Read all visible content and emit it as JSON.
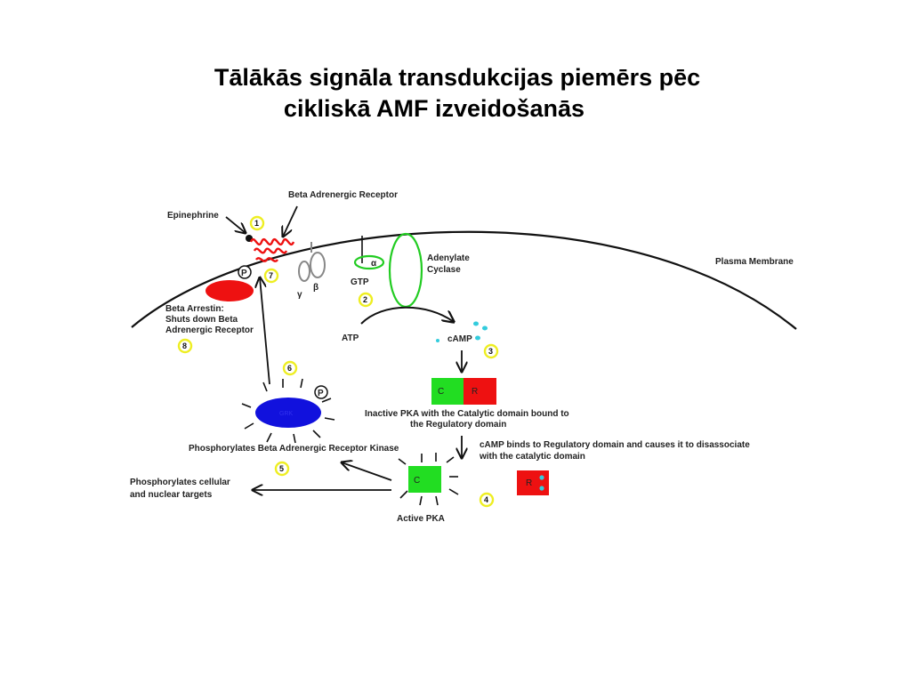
{
  "title": {
    "line1": "Tālākās signāla transdukcijas piemērs pēc",
    "line2": "cikliskā AMF izveidošanās"
  },
  "labels": {
    "beta_adrenergic_receptor": "Beta Adrenergic Receptor",
    "epinephrine": "Epinephrine",
    "adenylate": "Adenylate",
    "cyclase": "Cyclase",
    "plasma_membrane": "Plasma Membrane",
    "alpha": "α",
    "beta": "β",
    "gamma": "γ",
    "gtp": "GTP",
    "atp": "ATP",
    "camp": "cAMP",
    "p": "P",
    "beta_arrestin_1": "Beta Arrestin:",
    "beta_arrestin_2": "Shuts down Beta",
    "beta_arrestin_3": "Adrenergic Receptor",
    "inactive_pka_1": "Inactive PKA with the Catalytic domain bound to",
    "inactive_pka_2": "the Regulatory domain",
    "camp_binds_1": "cAMP binds to Regulatory domain and causes it to disassociate",
    "camp_binds_2": "with the catalytic domain",
    "phosphorylates_kinase": "Phosphorylates Beta Adrenergic Receptor Kinase",
    "phosphorylates_targets_1": "Phosphorylates cellular",
    "phosphorylates_targets_2": "and nuclear targets",
    "active_pka": "Active PKA",
    "c": "C",
    "r": "R",
    "kinase_text": "GRK"
  },
  "steps": [
    "1",
    "2",
    "3",
    "4",
    "5",
    "6",
    "7",
    "8"
  ],
  "colors": {
    "catalytic": "#22dd22",
    "regulatory": "#ee1111",
    "kinase": "#1111dd",
    "arrestin": "#ee1111",
    "camp": "#33ccdd",
    "g_protein": "#22cc22",
    "step_circle": "#eeee22"
  }
}
